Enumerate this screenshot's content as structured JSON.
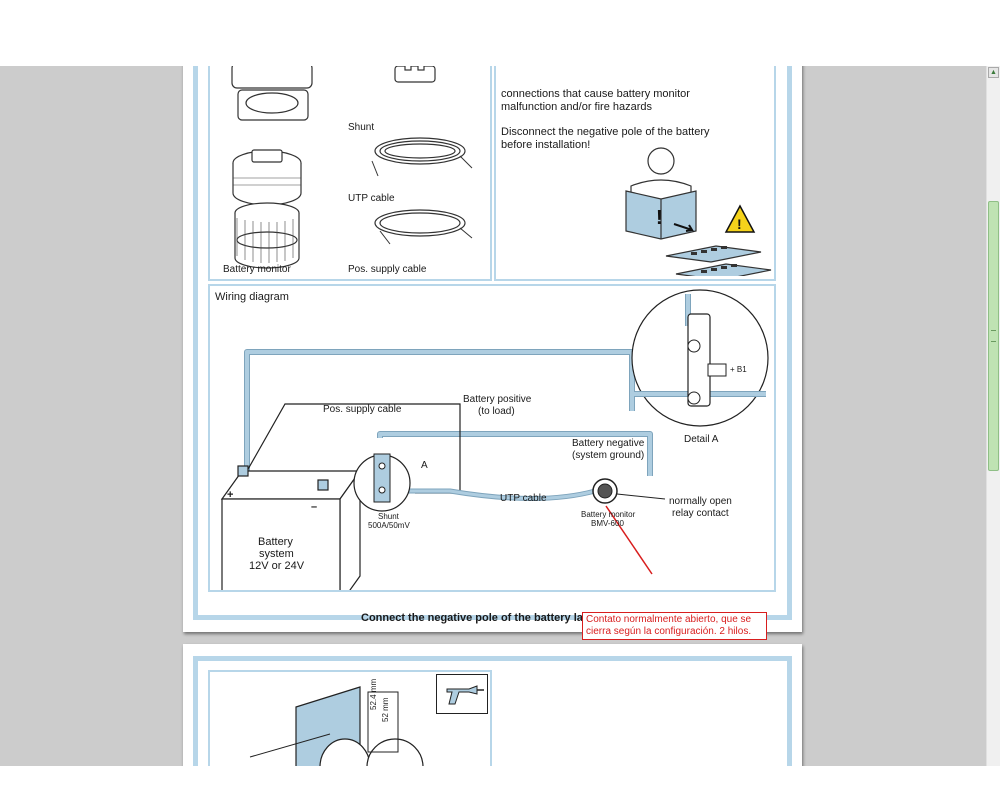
{
  "parts": {
    "shunt": "Shunt",
    "utp_cable": "UTP cable",
    "battery_monitor": "Battery monitor",
    "pos_supply_cable": "Pos. supply cable"
  },
  "warning": {
    "line1": "connections that cause battery monitor",
    "line2": "malfunction and/or fire hazards",
    "line3": "Disconnect the negative pole of the battery",
    "line4": "before installation!"
  },
  "wiring": {
    "title": "Wiring diagram",
    "pos_supply_cable": "Pos. supply cable",
    "battery_positive_1": "Battery positive",
    "battery_positive_2": "(to load)",
    "battery_negative_1": "Battery negative",
    "battery_negative_2": "(system ground)",
    "utp_cable": "UTP cable",
    "detail_label": "A",
    "shunt_1": "Shunt",
    "shunt_2": "500A/50mV",
    "monitor_1": "Battery monitor",
    "monitor_2": "BMV-600",
    "relay_1": "normally open",
    "relay_2": "relay contact",
    "battery_1": "Battery",
    "battery_2": "system",
    "battery_3": "12V or 24V",
    "plus": "+",
    "minus": "–",
    "b1": "+ B1",
    "detail_a": "Detail A",
    "footer": "Connect the negative pole of the battery last !"
  },
  "annotation": "Contato normalmente abierto, que se cierra según la configuración. 2 hilos.",
  "page2": {
    "dim1": "52.4 mm",
    "dim2": "52 mm"
  },
  "colors": {
    "frame": "#b7d6e9",
    "cable": "#aecde0",
    "annotation": "#d81e1e",
    "warning": "#f5d31b"
  },
  "icons": {
    "scroll_up": "caret-up-icon",
    "warning": "warning-triangle-icon",
    "drill": "drill-icon"
  }
}
